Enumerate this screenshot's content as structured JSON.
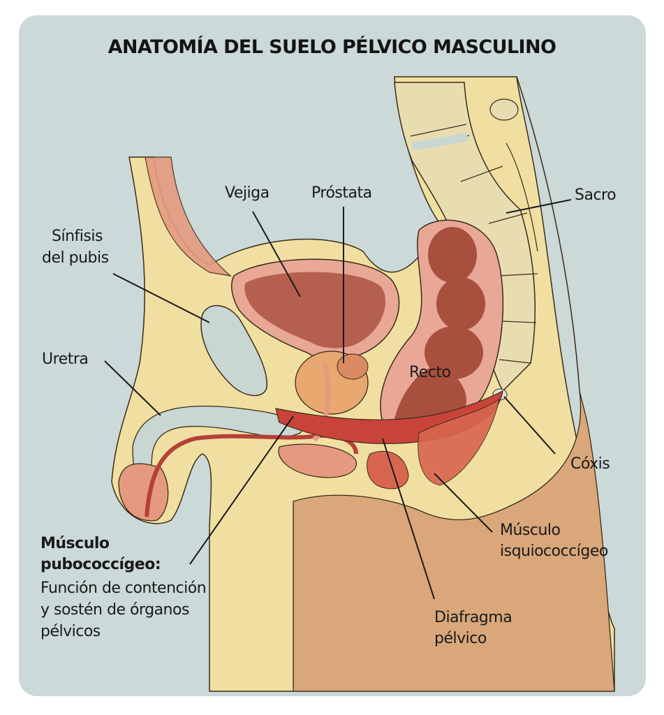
{
  "diagram": {
    "title": "ANATOMÍA DEL SUELO PÉLVICO MASCULINO",
    "colors": {
      "background": "#cbd9d8",
      "skin": "#f0dfa0",
      "muscle": "#c8443a",
      "organ": "#b5604e",
      "bone": "#e6dcae",
      "cartilage": "#c9d7d3",
      "outline": "#3a2a1a",
      "leader": "#1a1a1a"
    },
    "labels": {
      "vejiga": "Vejiga",
      "prostata": "Próstata",
      "sacro": "Sacro",
      "sinfisis_line1": "Sínfisis",
      "sinfisis_line2": "del pubis",
      "uretra": "Uretra",
      "recto": "Recto",
      "coxis": "Cóxis",
      "isquio_line1": "Músculo",
      "isquio_line2": "isquiococcígeo",
      "diafragma_line1": "Diafragma",
      "diafragma_line2": "pélvico",
      "pubo_line1": "Músculo",
      "pubo_line2": "pubococcígeo:",
      "pubo_desc_line1": "Función de contención",
      "pubo_desc_line2": "y sostén de órganos",
      "pubo_desc_line3": "pélvicos"
    }
  }
}
